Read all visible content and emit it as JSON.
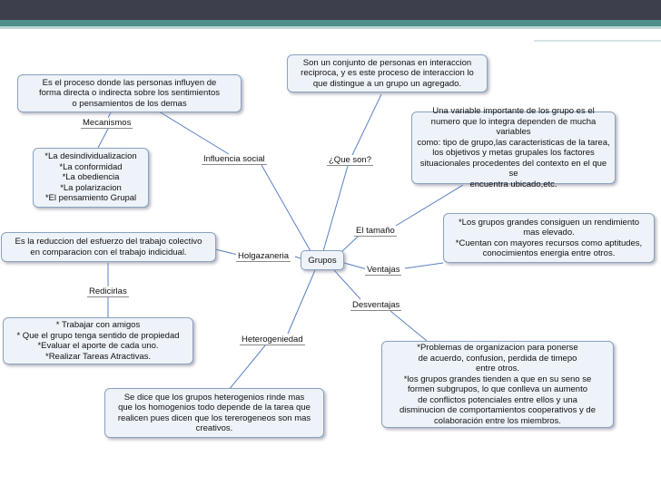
{
  "center": "Grupos",
  "links": {
    "influencia": "Influencia social",
    "queson": "¿Que son?",
    "tamano": "El tamaño",
    "ventajas": "Ventajas",
    "desventajas": "Desventajas",
    "holgazaneria": "Holgazaneria",
    "heterogeneidad": "Heterogeniedad",
    "mecanismos": "Mecanismos",
    "reducirlas": "Redicirlas"
  },
  "boxes": {
    "influencia": "Es el proceso donde las personas influyen de\nforma directa o indirecta sobre los sentimientos\no pensamientos de los demas",
    "mecanismos": "*La desindividualizacion\n*La conformidad\n*La obediencia\n*La polarizacion\n*El pensamiento Grupal",
    "queson": "Son un conjunto de personas en interaccion\nreciproca, y es este proceso de interaccion lo\nque distingue a un grupo un agregado.",
    "tamano": "Una variable importante de los grupo es el\nnumero que lo integra dependen de mucha variables\ncomo: tipo de grupo,las caracteristicas de la tarea,\nlos objetivos y metas grupales los factores\nsituacionales procedentes del contexto en el que se\nencuentra ubicado,etc.",
    "ventajas": "*Los grupos grandes consiguen un rendimiento\nmas elevado.\n*Cuentan con mayores recursos como aptitudes,\nconocimientos energia entre otros.",
    "holgazaneria": "Es la reduccion del esfuerzo del trabajo colectivo\nen comparacion con el trabajo indicidual.",
    "reducirlas": "* Trabajar con amigos\n* Que el grupo tenga sentido de propiedad\n*Evaluar el aporte de cada uno.\n*Realizar Tareas Atractivas.",
    "desventajas": "*Problemas de organizacion para ponerse\nde acuerdo, confusion, perdida de timepo\nentre otros.\n*los grupos grandes tienden a que en su seno se\nformen subgrupos, lo que conlleva un aumento\nde conflictos potenciales entre ellos y una\ndisminucion de comportamientos cooperativos y de\ncolaboración entre los miembros.",
    "heterogeneidad": "Se dice que los grupos heterogenios rinde mas\nque los homogenios todo depende de la tarea que\nrealicen pues dicen que los tererogeneos son mas\ncreativos."
  },
  "colors": {
    "topbar": "#3d3f4c",
    "accent": "#4e8f8c",
    "node_fill": "#eef3f9",
    "node_border": "#8aa2c0",
    "connector": "#5b80c4"
  }
}
